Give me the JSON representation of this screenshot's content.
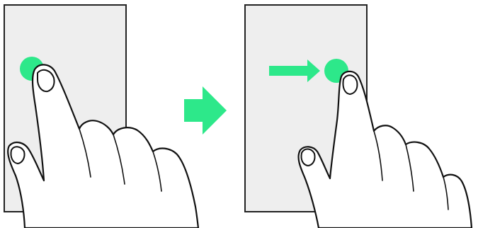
{
  "illustration": {
    "type": "swipe-gesture",
    "direction": "right",
    "steps": [
      "touch",
      "swipe"
    ]
  },
  "colors": {
    "screen_fill": "#eeeeee",
    "screen_stroke": "#222222",
    "touch_point": "#2de88a",
    "arrow": "#2de88a",
    "hand_fill": "#ffffff",
    "hand_stroke": "#111111"
  },
  "icons": {
    "before": "touch-point-icon",
    "transition": "right-arrow-icon",
    "after": "swipe-arrow-icon"
  }
}
